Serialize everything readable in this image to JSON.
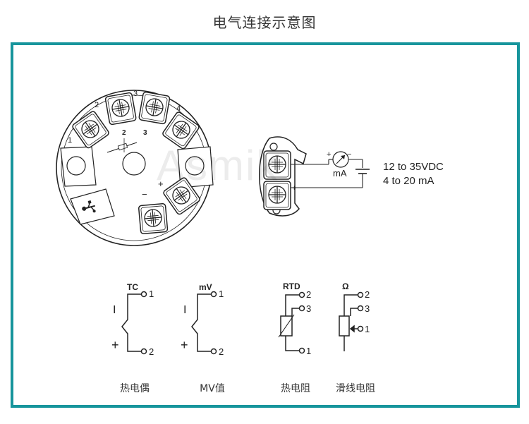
{
  "title": "电气连接示意图",
  "watermark": "Asmik",
  "colors": {
    "frame": "#17959c",
    "line": "#222222"
  },
  "supply": {
    "voltage": "12 to 35VDC",
    "current": "4 to 20 mA"
  },
  "meter": {
    "label": "mA",
    "plus": "+",
    "minus": "−"
  },
  "terminal_numbers": [
    "1",
    "2",
    "3",
    "4"
  ],
  "head_marks": {
    "t2": "2",
    "t3": "3",
    "plus": "+",
    "minus": "−"
  },
  "diagrams": {
    "tc": {
      "heading": "TC",
      "term_a": "1",
      "term_b": "2",
      "minus": "I",
      "plus": "+",
      "caption": "热电偶"
    },
    "mv": {
      "heading": "mV",
      "term_a": "1",
      "term_b": "2",
      "minus": "I",
      "plus": "+",
      "caption": "MV值"
    },
    "rtd": {
      "heading": "RTD",
      "term_a": "2",
      "term_b": "3",
      "term_c": "1",
      "caption": "热电阻"
    },
    "ohm": {
      "heading": "Ω",
      "term_a": "2",
      "term_b": "3",
      "term_c": "1",
      "caption": "滑线电阻"
    }
  }
}
